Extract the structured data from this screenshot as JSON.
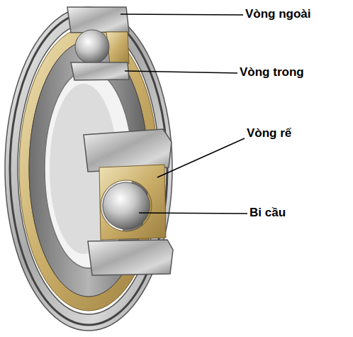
{
  "diagram": {
    "labels": [
      "Vòng ngoài",
      "Vòng trong",
      "Vòng rế",
      "Bi cầu"
    ]
  }
}
